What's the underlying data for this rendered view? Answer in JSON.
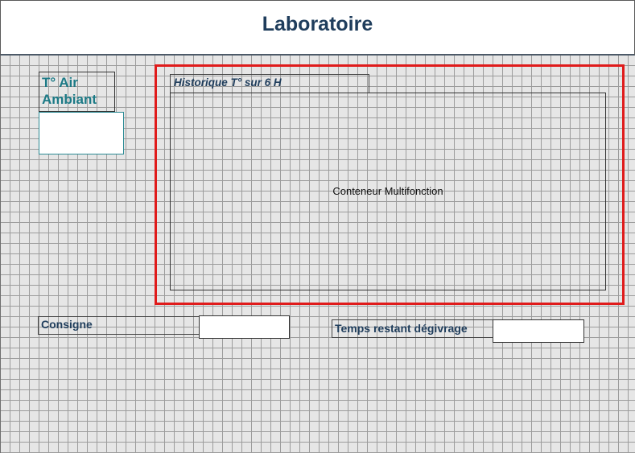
{
  "header": {
    "title": "Laboratoire"
  },
  "widgets": {
    "air_temp": {
      "label": "T° Air Ambiant",
      "value": ""
    },
    "history": {
      "tab_label": "Historique T° sur 6 H",
      "container_text": "Conteneur Multifonction"
    },
    "consigne": {
      "label": "Consigne",
      "value": ""
    },
    "defrost": {
      "label": "Temps restant dégivrage",
      "value": ""
    }
  },
  "colors": {
    "title": "#1f3d5c",
    "air_label": "#1c7a86",
    "selection_frame": "#e01b1b",
    "canvas_background": "#e6e6e6",
    "grid_line": "#9c9c9c"
  }
}
